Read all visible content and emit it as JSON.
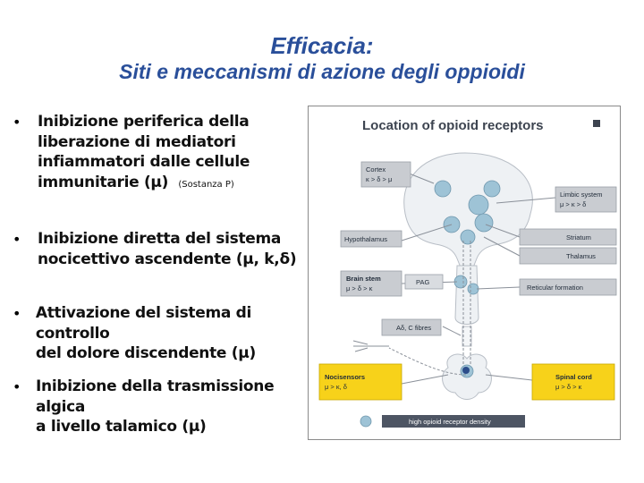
{
  "title": {
    "line1": "Efficacia:",
    "line2": "Siti e meccanismi di azione degli oppioidi"
  },
  "bullets": [
    {
      "lines": [
        "Inibizione periferica della",
        "liberazione di mediatori",
        "infiammatori dalle cellule",
        "immunitarie (μ)"
      ],
      "note": "(Sostanza P)"
    },
    {
      "lines": [
        "Inibizione diretta del sistema",
        "nocicettivo ascendente (μ, k,δ)"
      ]
    },
    {
      "lines": [
        "Attivazione del sistema di controllo",
        "del dolore discendente (μ)"
      ]
    },
    {
      "lines": [
        "Inibizione della trasmissione algica",
        "a livello talamico (μ)"
      ]
    }
  ],
  "figure": {
    "title": "Location of opioid receptors",
    "labels": {
      "cortex": "Cortex",
      "cortex_sub": "κ > δ > μ",
      "limbic": "Limbic system",
      "limbic_sub": "μ > κ > δ",
      "hypothalamus": "Hypothalamus",
      "striatum": "Striatum",
      "thalamus": "Thalamus",
      "brainstem": "Brain stem",
      "brainstem_sub": "μ > δ > κ",
      "pag": "PAG",
      "reticular": "Reticular formation",
      "fibres": "Aδ, C fibres",
      "nocisensors": "Nocisensors",
      "nocisensors_sub": "μ > κ, δ",
      "spinal": "Spinal cord",
      "spinal_sub": "μ > δ > κ",
      "legend": "high opioid receptor density"
    },
    "colors": {
      "gray_box": "#c9ccd1",
      "yellow_box": "#f7d21a",
      "receptor": "#9ec3d6",
      "legend_bar": "#4d5563",
      "title_text": "#3d4450"
    }
  }
}
